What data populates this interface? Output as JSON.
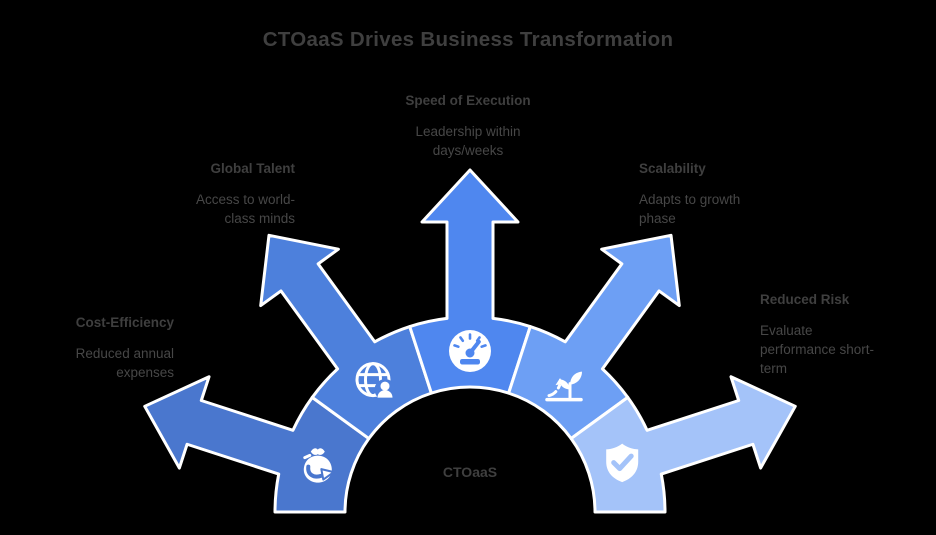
{
  "title": "CTOaaS Drives Business Transformation",
  "center_label": "CTOaaS",
  "colors": {
    "background": "#000000",
    "outline": "#ffffff",
    "title": "#3f3f3f",
    "heading": "#3f3f3f",
    "body": "#474747"
  },
  "fan": {
    "segments": [
      {
        "id": "cost-efficiency",
        "icon": "money-bag-icon",
        "color": "#4a77ce",
        "rotation": -72,
        "label": {
          "heading": "Cost-Efficiency",
          "body": "Reduced annual\nexpenses",
          "align": "right"
        }
      },
      {
        "id": "global-talent",
        "icon": "globe-person-icon",
        "color": "#4d80dc",
        "rotation": -36,
        "label": {
          "heading": "Global Talent",
          "body": "Access to world-\nclass minds",
          "align": "right"
        }
      },
      {
        "id": "speed-of-execution",
        "icon": "gauge-icon",
        "color": "#4f87ef",
        "rotation": 0,
        "label": {
          "heading": "Speed of Execution",
          "body": "Leadership within\ndays/weeks",
          "align": "center"
        }
      },
      {
        "id": "scalability",
        "icon": "sprout-icon",
        "color": "#6d9ff4",
        "rotation": 36,
        "label": {
          "heading": "Scalability",
          "body": "Adapts to growth\nphase",
          "align": "left"
        }
      },
      {
        "id": "reduced-risk",
        "icon": "shield-check-icon",
        "color": "#a4c3f9",
        "rotation": 72,
        "label": {
          "heading": "Reduced Risk",
          "body": "Evaluate\nperformance short-\nterm",
          "align": "left"
        }
      }
    ]
  }
}
